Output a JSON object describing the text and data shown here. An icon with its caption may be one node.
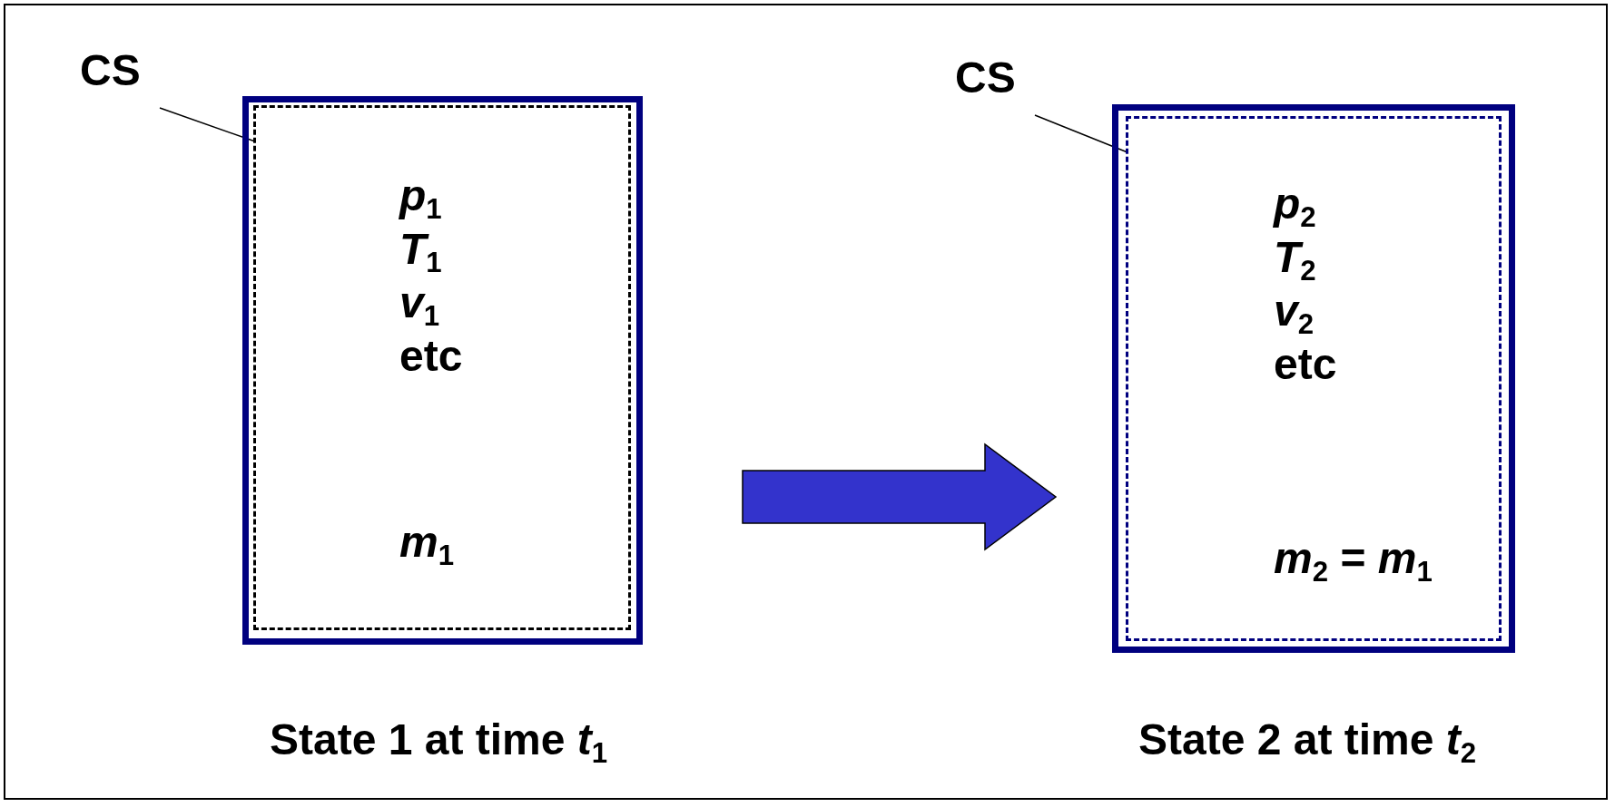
{
  "diagram": {
    "nodes": [
      {
        "text": [],
        "shape": "box"
      },
      {
        "text": [
          "*p*$_{1}$",
          "*T*$_{1}$",
          "*v*$_{1}$",
          "etc",
          "*m*$_{1}$"
        ],
        "in": 0
      },
      {
        "text": [
          "CS"
        ]
      },
      {
        "text": [],
        "shape": "box"
      },
      {
        "text": [
          "*p*$_{2}$",
          "*T*$_{2}$",
          "*v*$_{2}$",
          "etc",
          "*m*$_{2}$ = *m*$_{1}$"
        ],
        "in": 3
      },
      {
        "text": [
          "CS"
        ]
      }
    ],
    "edges": [
      {
        "from": 2,
        "to": 1,
        "arrow": "none"
      },
      {
        "from": 0,
        "to": 3,
        "arrow": "to",
        "style": "thick",
        "color": "#3333cc"
      },
      {
        "from": 5,
        "to": 4,
        "arrow": "none"
      }
    ],
    "labels": [
      "State 1 at time *t*$_{1}$",
      "State 2 at time *t*$_{2}$"
    ]
  }
}
